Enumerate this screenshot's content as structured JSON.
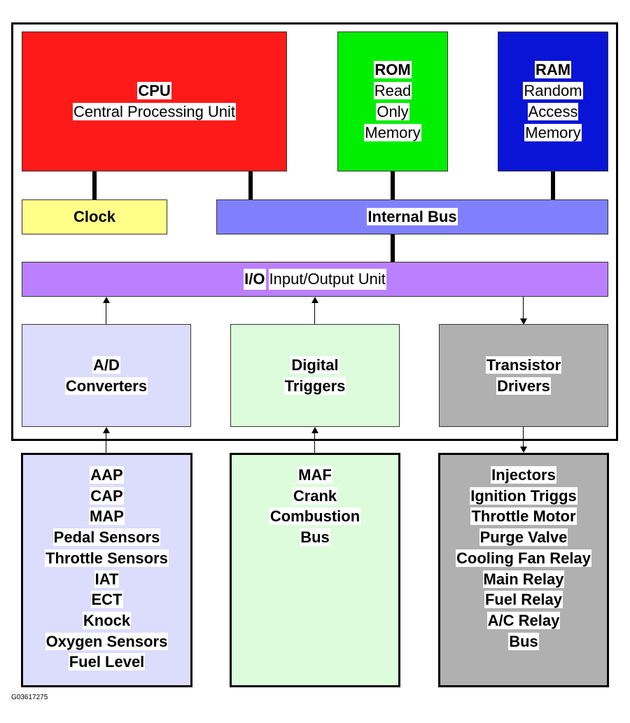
{
  "cpu": {
    "abbr": "CPU",
    "full": "Central Processing Unit",
    "color": "#ff1a1a"
  },
  "rom": {
    "abbr": "ROM",
    "lines": [
      "Read",
      "Only",
      "Memory"
    ],
    "color": "#00ee00"
  },
  "ram": {
    "abbr": "RAM",
    "lines": [
      "Random",
      "Access",
      "Memory"
    ],
    "color": "#0a14d6"
  },
  "clock": {
    "label": "Clock",
    "color": "#ffff88"
  },
  "internal_bus": {
    "label": "Internal Bus",
    "color": "#8080ff"
  },
  "io": {
    "abbr": "I/O",
    "full": "Input/Output Unit",
    "color": "#bb80ff"
  },
  "ad": {
    "line1": "A/D",
    "line2": "Converters",
    "color": "#dcdcfc"
  },
  "digital": {
    "line1": "Digital",
    "line2": "Triggers",
    "color": "#dcfcdc"
  },
  "transistor": {
    "line1": "Transistor",
    "line2": "Drivers",
    "color": "#b0b0b0"
  },
  "sensors": {
    "color": "#dcdcfc",
    "items": [
      "AAP",
      "CAP",
      "MAP",
      "Pedal Sensors",
      "Throttle Sensors",
      "IAT",
      "ECT",
      "Knock",
      "Oxygen Sensors",
      "Fuel Level"
    ]
  },
  "triggers_inputs": {
    "color": "#dcfcdc",
    "items": [
      "MAF",
      "Crank",
      "Combustion",
      "Bus"
    ]
  },
  "actuators": {
    "color": "#b0b0b0",
    "items": [
      "Injectors",
      "Ignition Triggs",
      "Throttle Motor",
      "Purge Valve",
      "Cooling Fan Relay",
      "Main Relay",
      "Fuel Relay",
      "A/C Relay",
      "Bus"
    ]
  },
  "figure_id": "G03617275"
}
